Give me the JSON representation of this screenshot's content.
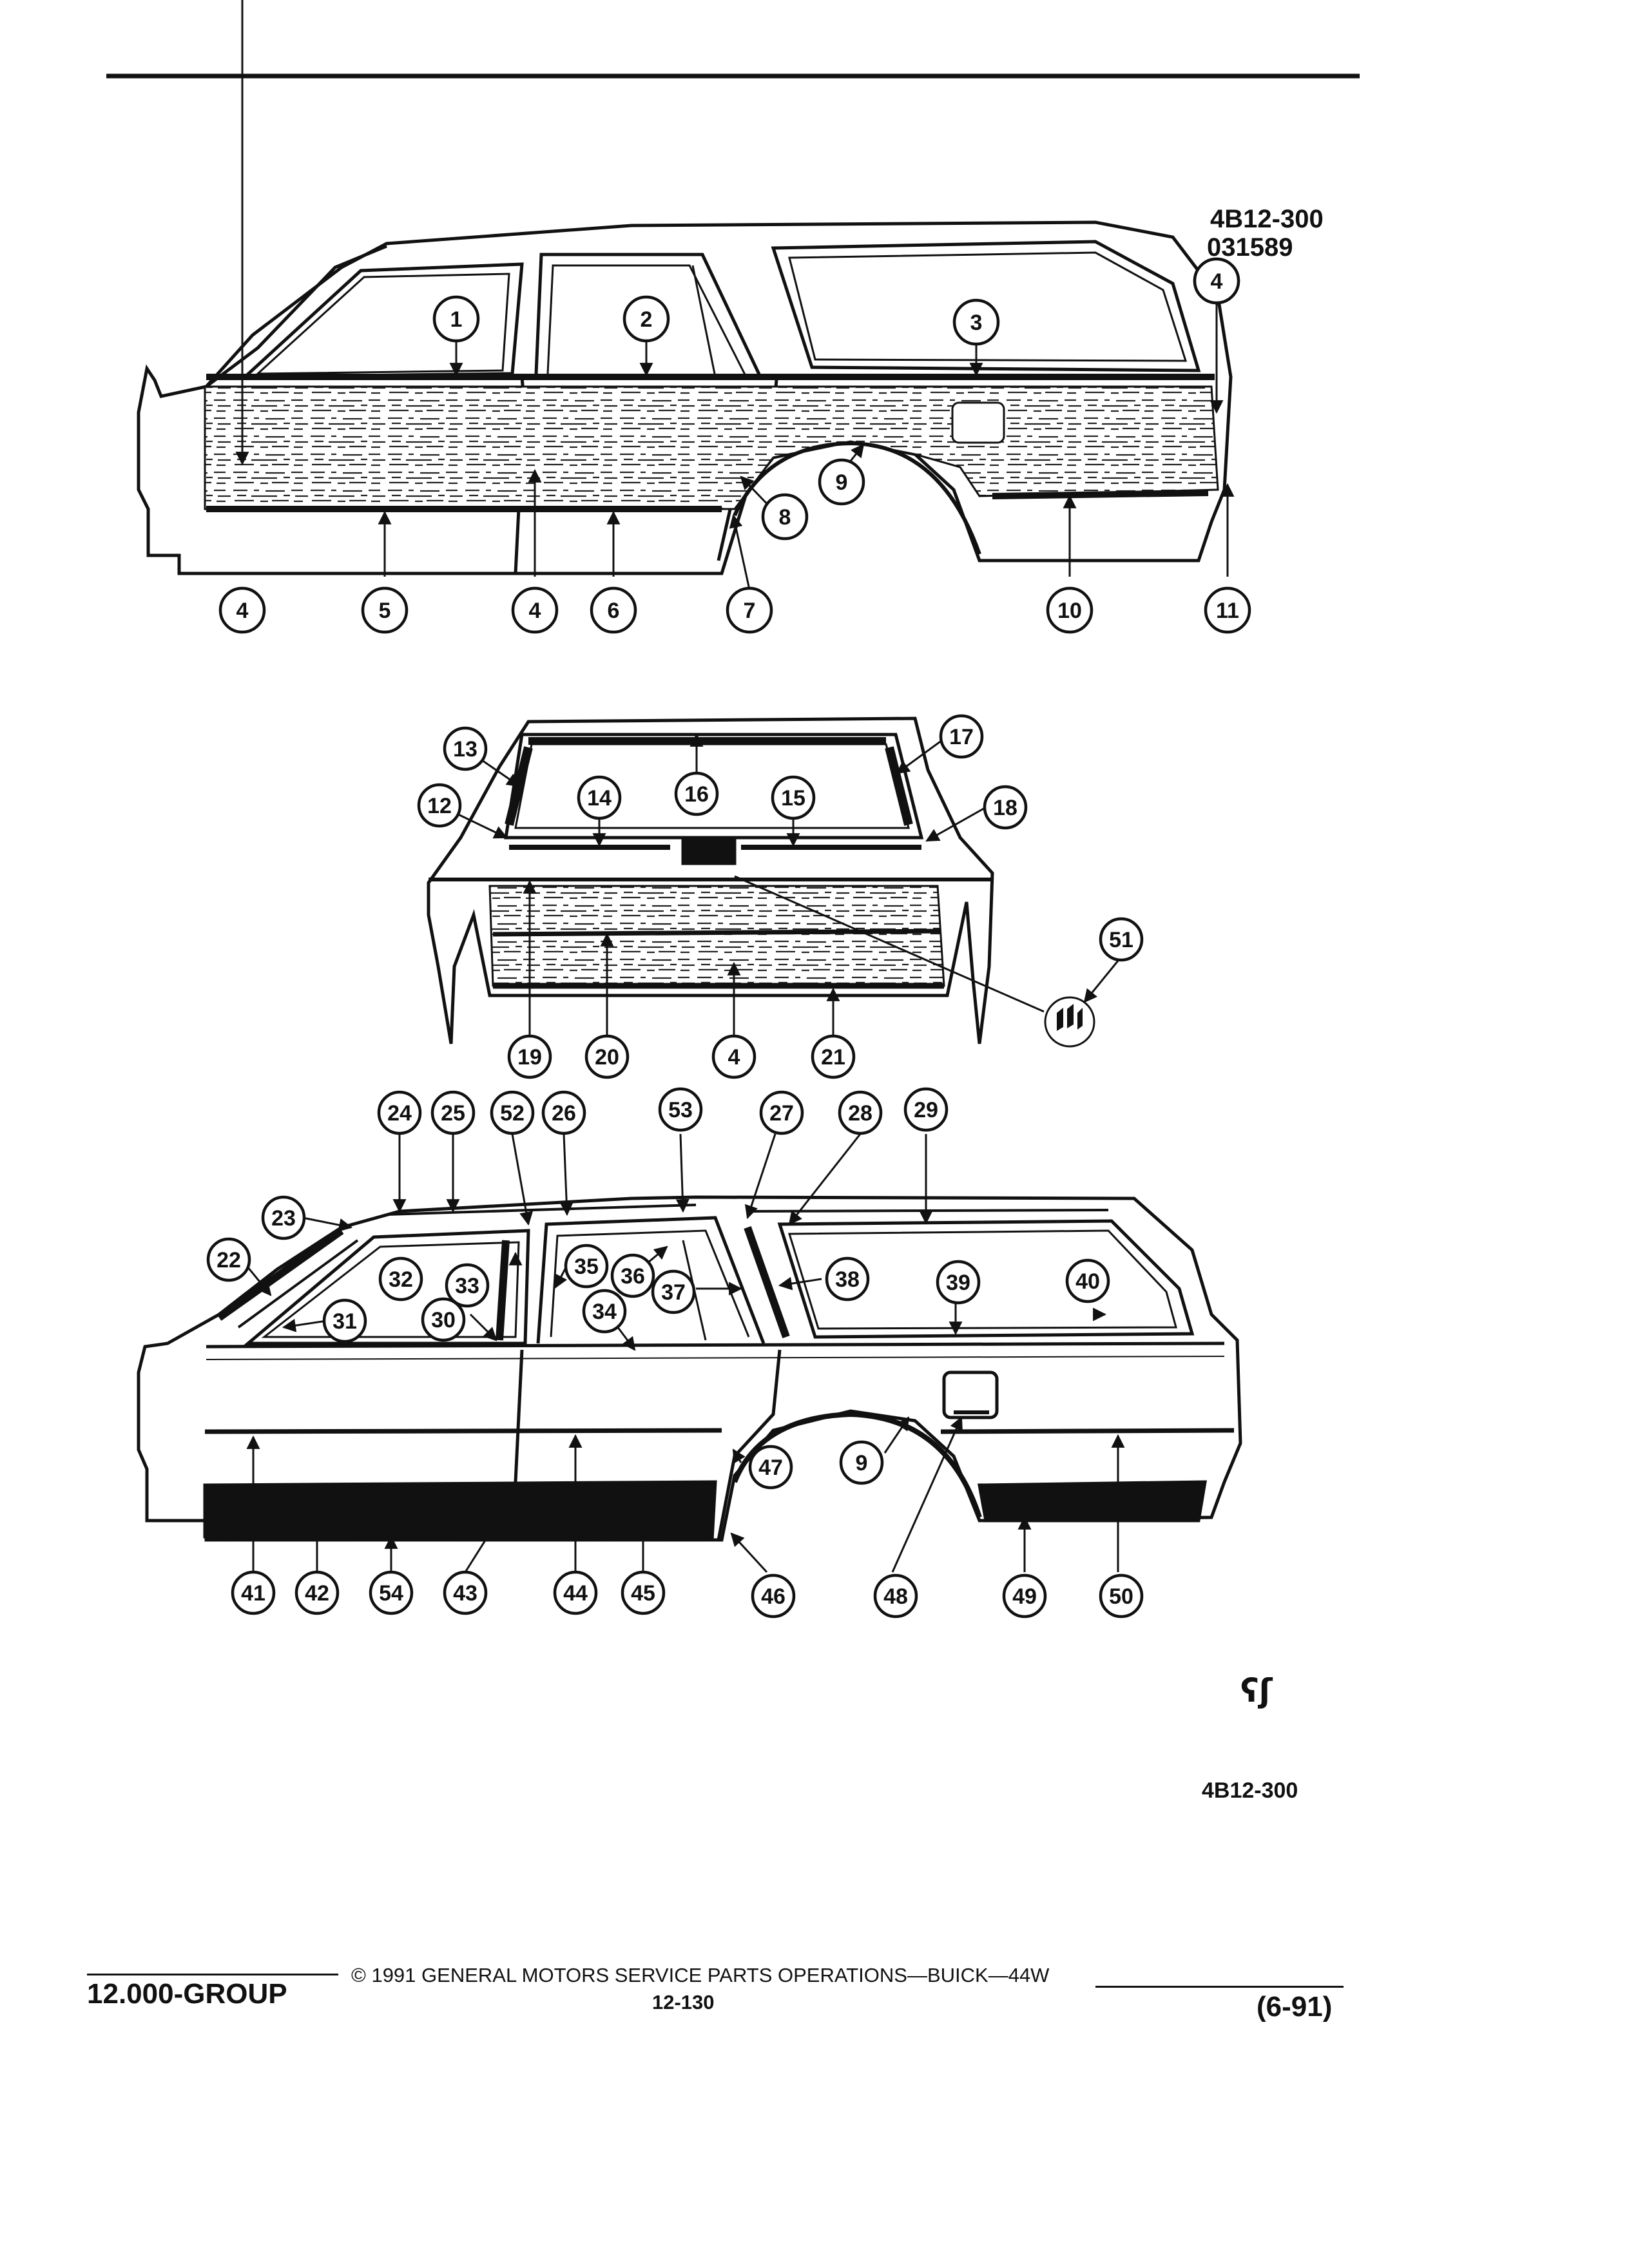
{
  "page": {
    "top_code": "4B12-300",
    "top_code_sub": "031589",
    "bottom_code": "4B12-300",
    "logo_glyph": "ʕʃ"
  },
  "footer": {
    "group": "12.000-GROUP",
    "copyright": "©  1991  GENERAL MOTORS SERVICE PARTS OPERATIONS—BUICK—44W",
    "page_number": "12-130",
    "date_code": "(6-91)"
  },
  "callouts": {
    "view_side_woodgrain": [
      "1",
      "2",
      "3",
      "4",
      "4",
      "5",
      "4",
      "6",
      "7",
      "8",
      "9",
      "10",
      "11",
      "4"
    ],
    "view_rear": [
      "13",
      "12",
      "14",
      "16",
      "15",
      "17",
      "18",
      "19",
      "20",
      "4",
      "21",
      "51"
    ],
    "view_side_trim": [
      "24",
      "25",
      "52",
      "26",
      "53",
      "27",
      "28",
      "29",
      "23",
      "22",
      "32",
      "33",
      "35",
      "36",
      "37",
      "38",
      "39",
      "40",
      "31",
      "30",
      "34",
      "47",
      "9",
      "41",
      "42",
      "54",
      "43",
      "44",
      "45",
      "46",
      "48",
      "49",
      "50"
    ]
  },
  "colors": {
    "ink": "#111111",
    "paper": "#ffffff"
  },
  "icons": [
    "buick-emblem-icon"
  ]
}
